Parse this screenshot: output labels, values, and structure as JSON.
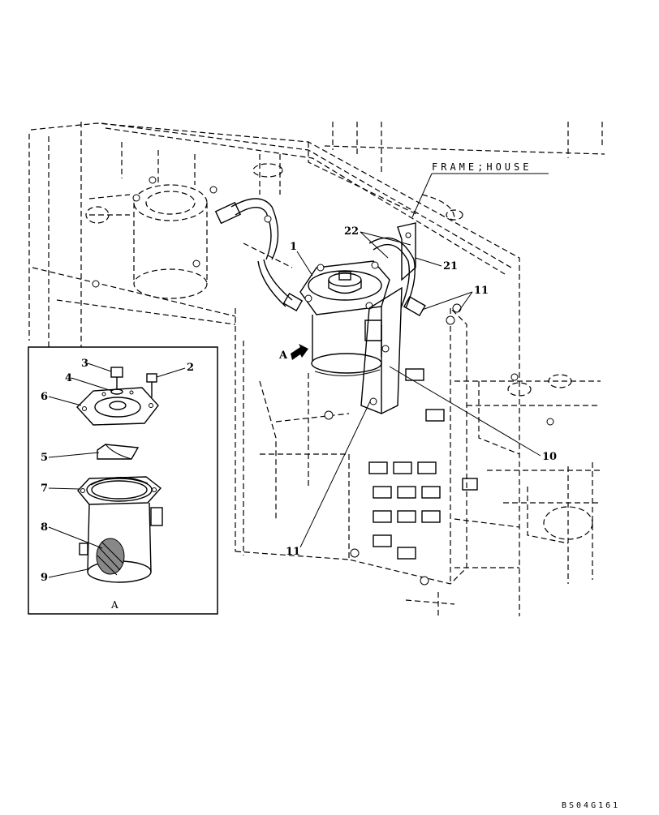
{
  "frame_label": "FRAME;HOUSE",
  "drawing_code": "BS04G161",
  "view_marker": "A",
  "detail_caption": "A",
  "callouts": {
    "c1": "1",
    "c2": "2",
    "c3": "3",
    "c4": "4",
    "c5": "5",
    "c6": "6",
    "c7": "7",
    "c8": "8",
    "c9": "9",
    "c10": "10",
    "c11a": "11",
    "c11b": "11",
    "c21": "21",
    "c22": "22"
  }
}
